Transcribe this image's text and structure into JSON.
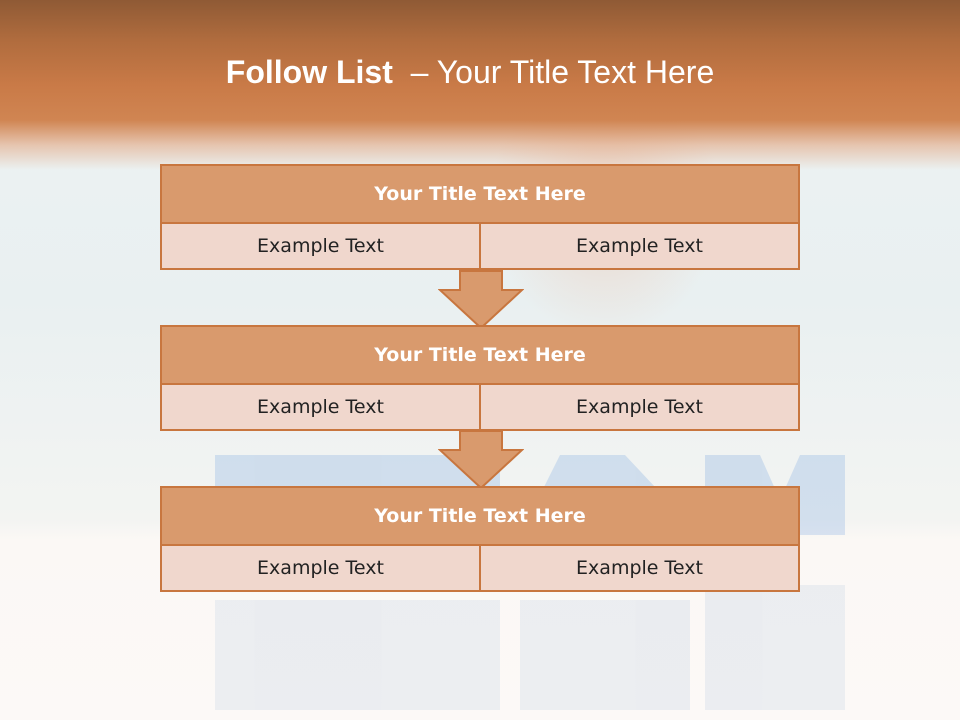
{
  "header": {
    "title_bold": "Follow List",
    "title_rest": "– Your Title Text Here"
  },
  "flow": {
    "blocks": [
      {
        "title": "Your Title Text Here",
        "left": "Example Text",
        "right": "Example Text"
      },
      {
        "title": "Your Title Text Here",
        "left": "Example Text",
        "right": "Example Text"
      },
      {
        "title": "Your Title Text Here",
        "left": "Example Text",
        "right": "Example Text"
      }
    ]
  },
  "colors": {
    "accent": "#c8763f",
    "title_fill": "#d99a6d",
    "cell_fill": "#f0d7cd"
  },
  "icons": {
    "connector": "down-arrow-icon"
  }
}
